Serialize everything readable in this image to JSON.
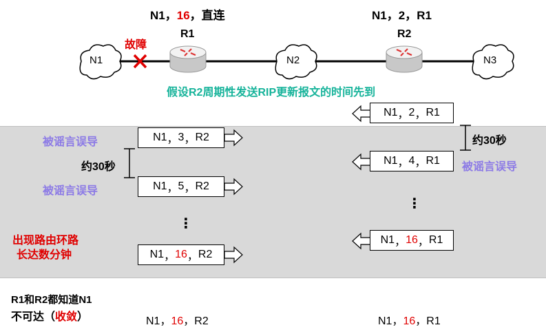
{
  "top": {
    "r1_entry": {
      "net": "N1",
      "metric": "16",
      "next": "直连"
    },
    "r2_entry": {
      "net": "N1",
      "metric": "2",
      "next": "R1"
    },
    "fault_label": "故障",
    "r1_label": "R1",
    "r2_label": "R2",
    "networks": [
      "N1",
      "N2",
      "N3"
    ],
    "assumption": "假设R2周期性发送RIP更新报文的时间先到"
  },
  "left": {
    "rumor_label": "被谣言误导",
    "interval": "约30秒",
    "msg1": {
      "net": "N1",
      "metric": "3",
      "next": "R2"
    },
    "msg2": {
      "net": "N1",
      "metric": "5",
      "next": "R2"
    },
    "msg3": {
      "net": "N1",
      "metric": "16",
      "next": "R2"
    },
    "ellipsis": "⋮",
    "loop_line1": "出现路由环路",
    "loop_line2": "长达数分钟"
  },
  "right": {
    "msg1": {
      "net": "N1",
      "metric": "2",
      "next": "R1"
    },
    "msg2": {
      "net": "N1",
      "metric": "4",
      "next": "R1"
    },
    "msg3": {
      "net": "N1",
      "metric": "16",
      "next": "R1"
    },
    "interval": "约30秒",
    "rumor_label": "被谣言误导",
    "ellipsis": "⋮"
  },
  "bottom": {
    "line1": "R1和R2都知道N1",
    "line2_prefix": "不可达（",
    "line2_key": "收敛",
    "line2_suffix": "）",
    "r1_final": {
      "net": "N1",
      "metric": "16",
      "next": "R2"
    },
    "r2_final": {
      "net": "N1",
      "metric": "16",
      "next": "R1"
    }
  },
  "sep": "，",
  "colors": {
    "red": "#e00000",
    "teal": "#16b39a",
    "purple": "#8c7ae6",
    "band": "#d9d9d9"
  }
}
